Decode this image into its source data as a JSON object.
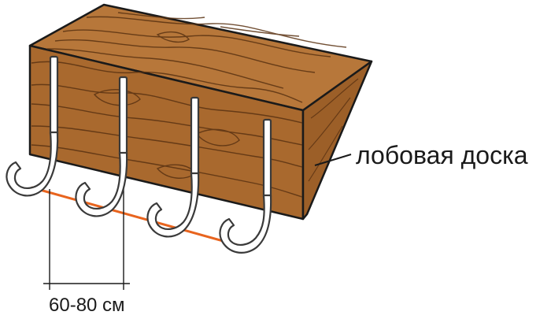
{
  "diagram": {
    "board_label": "лобовая доска",
    "spacing_label": "60-80 см",
    "colors": {
      "wood_top": "#b7773a",
      "wood_front": "#a9692e",
      "wood_side": "#9c5f28",
      "grain": "#5a3212",
      "outline": "#1a1a1a",
      "hook_fill": "#ffffff",
      "hook_stroke": "#3a3a3a",
      "slope_line": "#e8641e"
    },
    "hook_count": 4
  }
}
